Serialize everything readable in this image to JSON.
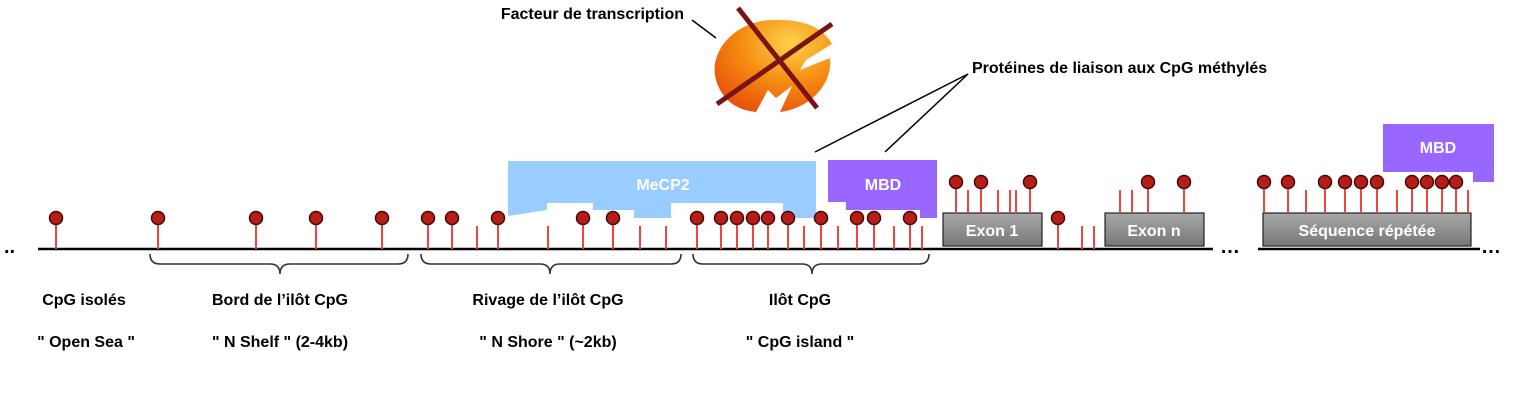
{
  "transcription_factor": {
    "label": "Facteur de transcription",
    "icon": "blocked-transcription-factor-icon"
  },
  "binding_proteins": {
    "label": "Protéines de liaison aux CpG méthylés"
  },
  "proteins": {
    "mecp2": {
      "label": "MeCP2",
      "color": "#99ccff"
    },
    "mbd_1": {
      "label": "MBD",
      "color": "#9966ff"
    },
    "mbd_2": {
      "label": "MBD",
      "color": "#9966ff"
    }
  },
  "boxes": {
    "exon_1": "Exon 1",
    "exon_n": "Exon n",
    "repeat": "Séquence répétée"
  },
  "regions": {
    "open_sea": {
      "title": "CpG isolés",
      "subtitle": "\" Open Sea \""
    },
    "shelf": {
      "title": "Bord de l’ilôt CpG",
      "subtitle": "\" N Shelf \" (2-4kb)"
    },
    "shore": {
      "title": "Rivage de l’ilôt CpG",
      "subtitle": "\" N Shore \" (~2kb)"
    },
    "island": {
      "title": "Ilôt CpG",
      "subtitle": "\" CpG island \""
    }
  },
  "ellipses": {
    "left": "..",
    "middle": "…",
    "right": "…"
  },
  "colors": {
    "methyl_bead": "#b51e18",
    "cpg_stem": "#e8483f",
    "gray_box": "#8c8c8c",
    "factor": "#f07a10",
    "cross": "#7a1414"
  }
}
